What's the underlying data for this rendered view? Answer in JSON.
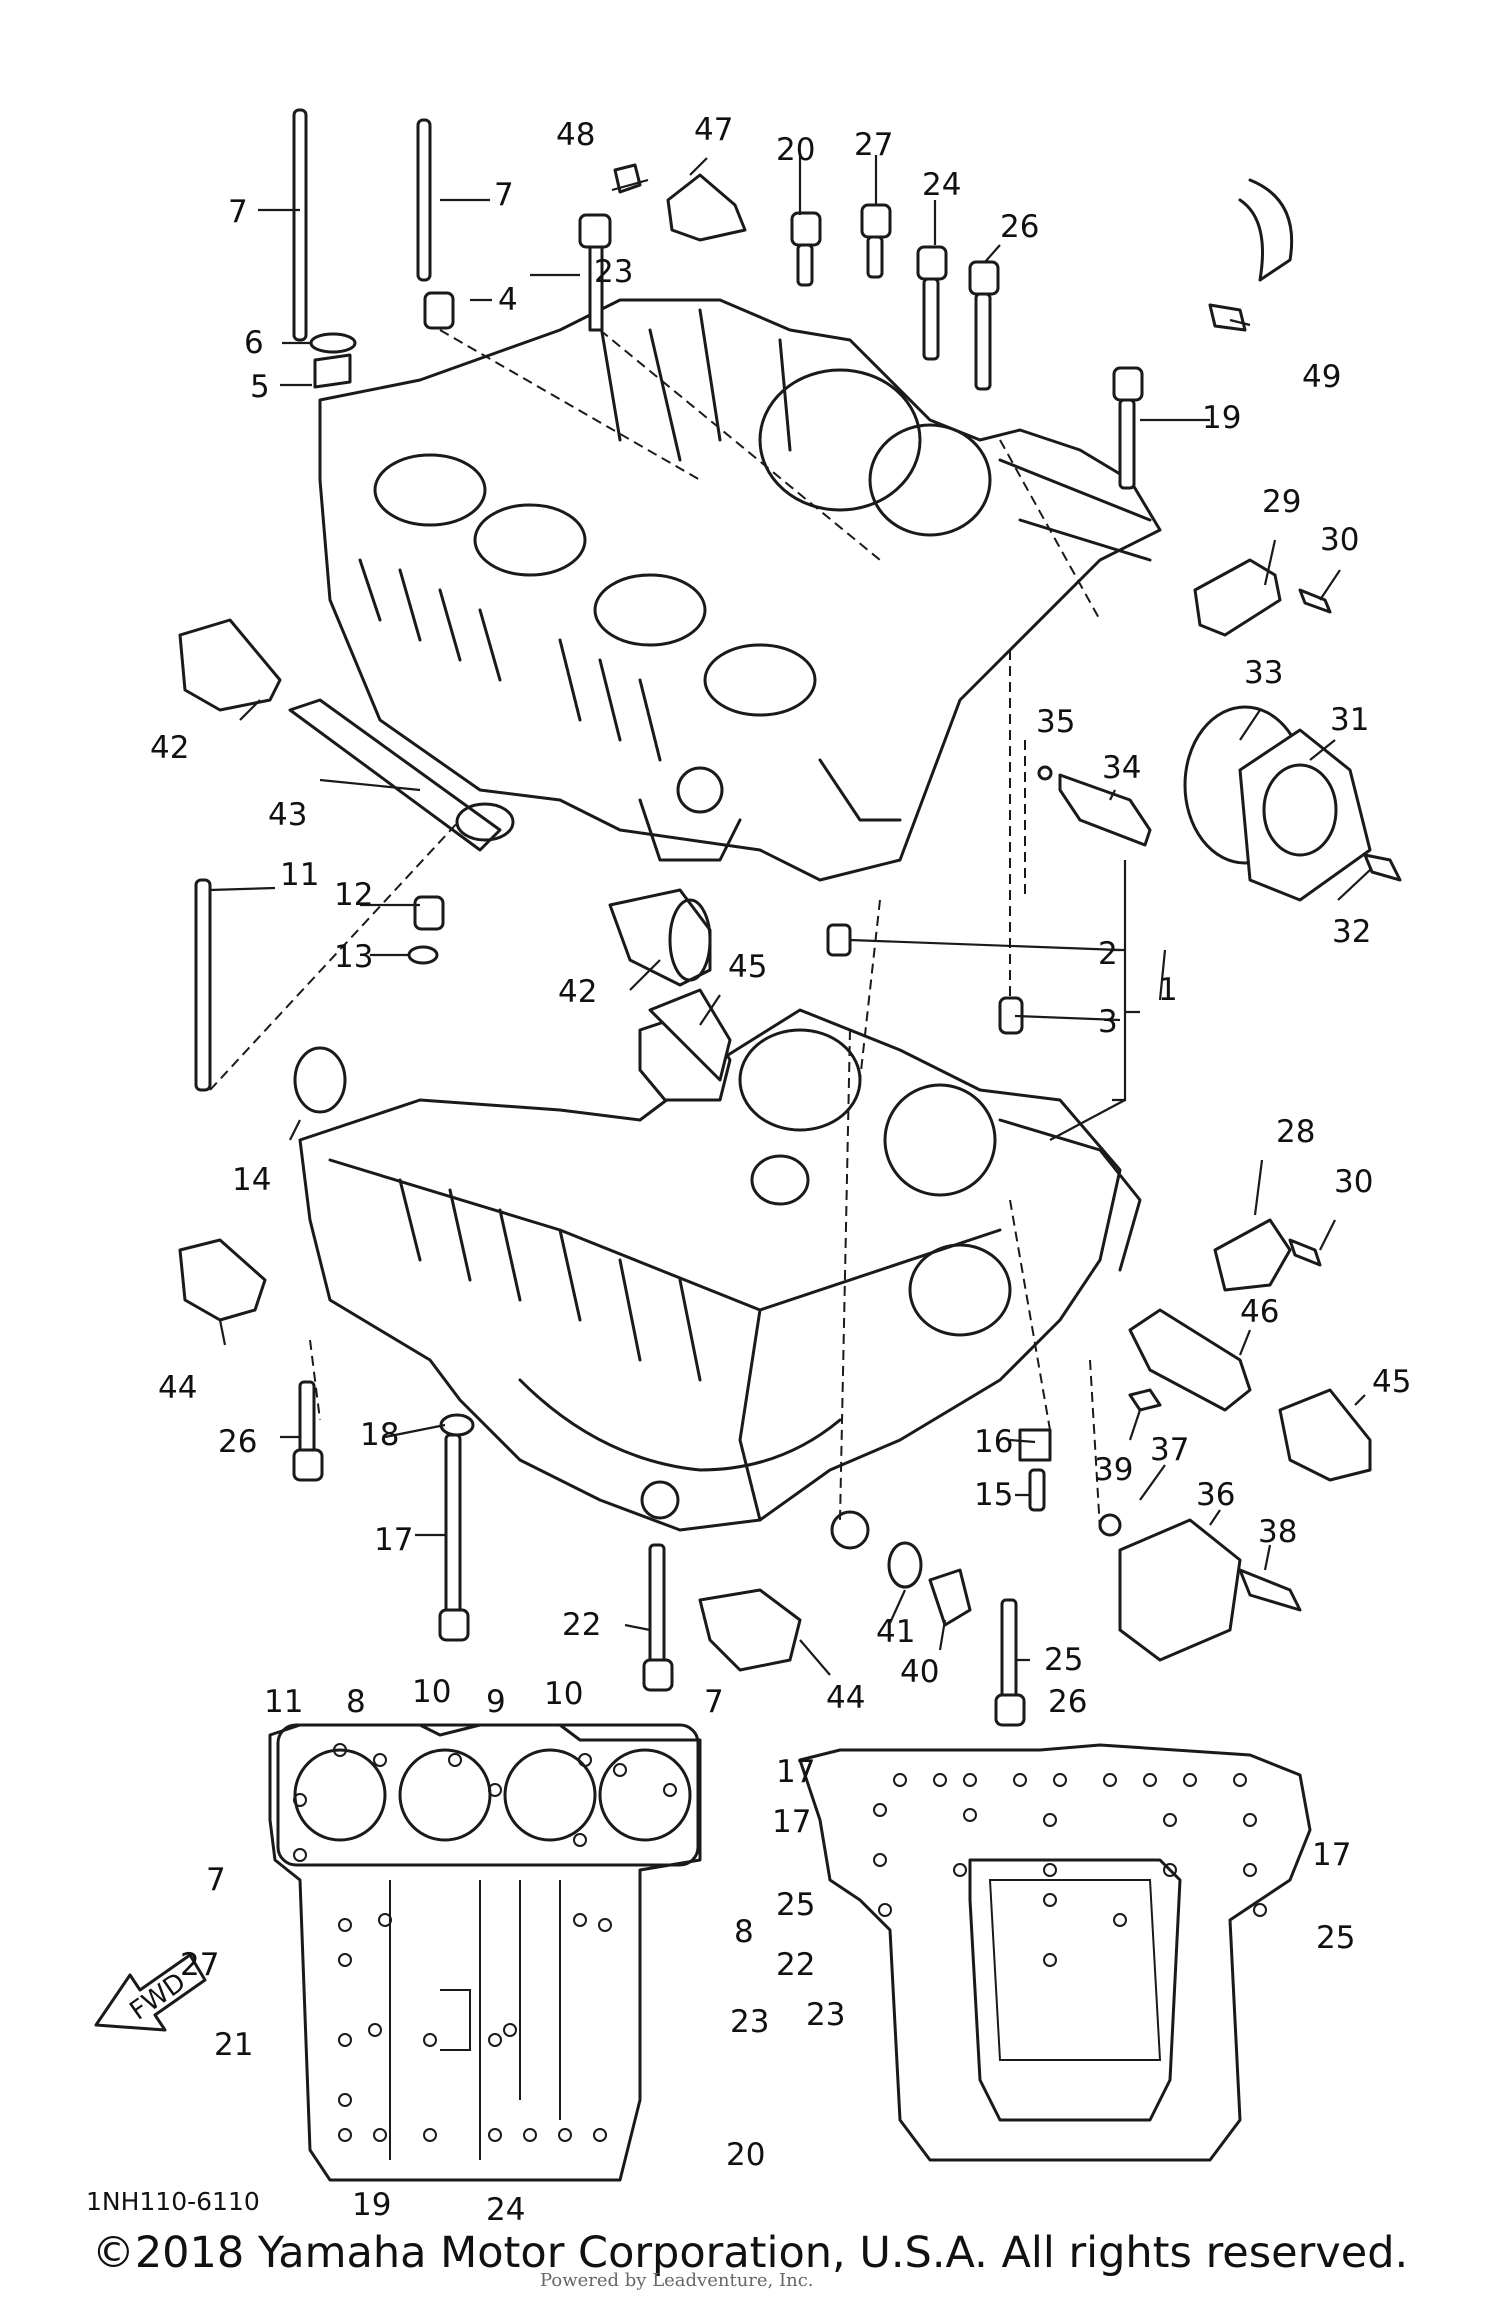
{
  "diagram": {
    "code": "1NH110-6110",
    "copyright": "©2018 Yamaha Motor Corporation, U.S.A. All rights reserved.",
    "watermark": "Powered by Leadventure, Inc.",
    "fwd_label": "FWD",
    "callouts": [
      {
        "id": "c7a",
        "label": "7"
      },
      {
        "id": "c7b",
        "label": "7"
      },
      {
        "id": "c6",
        "label": "6"
      },
      {
        "id": "c5",
        "label": "5"
      },
      {
        "id": "c4",
        "label": "4"
      },
      {
        "id": "c48",
        "label": "48"
      },
      {
        "id": "c47",
        "label": "47"
      },
      {
        "id": "c20a",
        "label": "20"
      },
      {
        "id": "c27a",
        "label": "27"
      },
      {
        "id": "c24a",
        "label": "24"
      },
      {
        "id": "c26a",
        "label": "26"
      },
      {
        "id": "c23a",
        "label": "23"
      },
      {
        "id": "c49",
        "label": "49"
      },
      {
        "id": "c19a",
        "label": "19"
      },
      {
        "id": "c29",
        "label": "29"
      },
      {
        "id": "c30a",
        "label": "30"
      },
      {
        "id": "c33",
        "label": "33"
      },
      {
        "id": "c31",
        "label": "31"
      },
      {
        "id": "c35",
        "label": "35"
      },
      {
        "id": "c34",
        "label": "34"
      },
      {
        "id": "c32",
        "label": "32"
      },
      {
        "id": "c42a",
        "label": "42"
      },
      {
        "id": "c43",
        "label": "43"
      },
      {
        "id": "c11a",
        "label": "11"
      },
      {
        "id": "c12",
        "label": "12"
      },
      {
        "id": "c13",
        "label": "13"
      },
      {
        "id": "c42b",
        "label": "42"
      },
      {
        "id": "c45a",
        "label": "45"
      },
      {
        "id": "c2",
        "label": "2"
      },
      {
        "id": "c3",
        "label": "3"
      },
      {
        "id": "c1",
        "label": "1"
      },
      {
        "id": "c14",
        "label": "14"
      },
      {
        "id": "c28",
        "label": "28"
      },
      {
        "id": "c30b",
        "label": "30"
      },
      {
        "id": "c44a",
        "label": "44"
      },
      {
        "id": "c46",
        "label": "46"
      },
      {
        "id": "c45b",
        "label": "45"
      },
      {
        "id": "c26b",
        "label": "26"
      },
      {
        "id": "c18",
        "label": "18"
      },
      {
        "id": "c16",
        "label": "16"
      },
      {
        "id": "c15",
        "label": "15"
      },
      {
        "id": "c39",
        "label": "39"
      },
      {
        "id": "c37",
        "label": "37"
      },
      {
        "id": "c36",
        "label": "36"
      },
      {
        "id": "c38",
        "label": "38"
      },
      {
        "id": "c17a",
        "label": "17"
      },
      {
        "id": "c22a",
        "label": "22"
      },
      {
        "id": "c41",
        "label": "41"
      },
      {
        "id": "c40",
        "label": "40"
      },
      {
        "id": "c44b",
        "label": "44"
      },
      {
        "id": "c25a",
        "label": "25"
      },
      {
        "id": "c11b",
        "label": "11"
      },
      {
        "id": "c8a",
        "label": "8"
      },
      {
        "id": "c10a",
        "label": "10"
      },
      {
        "id": "c9",
        "label": "9"
      },
      {
        "id": "c10b",
        "label": "10"
      },
      {
        "id": "c7c",
        "label": "7"
      },
      {
        "id": "c7d",
        "label": "7"
      },
      {
        "id": "c27b",
        "label": "27"
      },
      {
        "id": "c21",
        "label": "21"
      },
      {
        "id": "c19b",
        "label": "19"
      },
      {
        "id": "c24b",
        "label": "24"
      },
      {
        "id": "c20b",
        "label": "20"
      },
      {
        "id": "c8b",
        "label": "8"
      },
      {
        "id": "c23b",
        "label": "23"
      },
      {
        "id": "c26c",
        "label": "26"
      },
      {
        "id": "c17b",
        "label": "17"
      },
      {
        "id": "c17c",
        "label": "17"
      },
      {
        "id": "c17d",
        "label": "17"
      },
      {
        "id": "c25b",
        "label": "25"
      },
      {
        "id": "c22b",
        "label": "22"
      },
      {
        "id": "c23c",
        "label": "23"
      },
      {
        "id": "c25c",
        "label": "25"
      }
    ]
  }
}
